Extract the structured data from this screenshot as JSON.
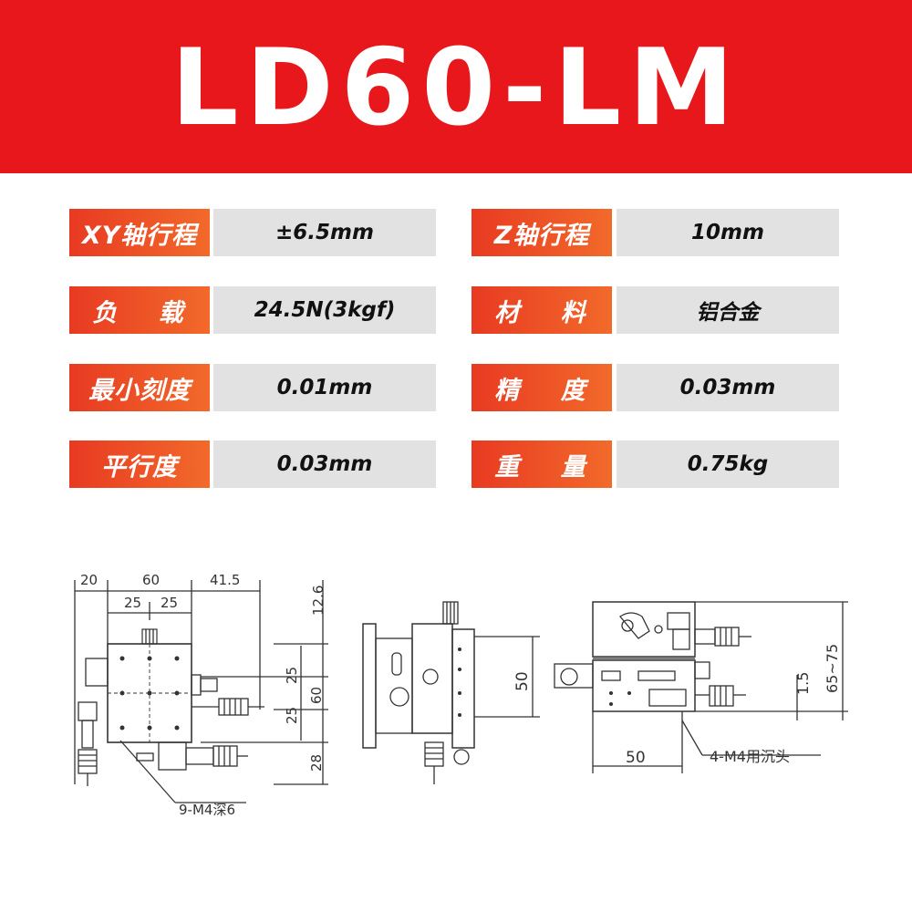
{
  "title": "LD60-LM",
  "specs": [
    {
      "label1": "XY轴行程",
      "value1": "±6.5mm",
      "label2": "Z轴行程",
      "value2": "10mm"
    },
    {
      "label1": "负 载",
      "value1": "24.5N(3kgf)",
      "label2": "材 料",
      "value2": "铝合金"
    },
    {
      "label1": "最小刻度",
      "value1": "0.01mm",
      "label2": "精 度",
      "value2": "0.03mm"
    },
    {
      "label1": "平行度",
      "value1": "0.03mm",
      "label2": "重 量",
      "value2": "0.75kg"
    }
  ],
  "drawing": {
    "top_view": {
      "dim_20": "20",
      "dim_60": "60",
      "dim_41_5": "41.5",
      "dim_25a": "25",
      "dim_25b": "25",
      "dim_12_6": "12.6",
      "dim_25c": "25",
      "dim_60v": "60",
      "dim_25d": "25",
      "dim_28": "28",
      "note": "9-M4深6"
    },
    "side_view": {
      "dim_50": "50"
    },
    "front_view": {
      "dim_65_75": "65~75",
      "dim_1_5": "1.5",
      "dim_50": "50",
      "note": "4-M4用沉头"
    }
  }
}
